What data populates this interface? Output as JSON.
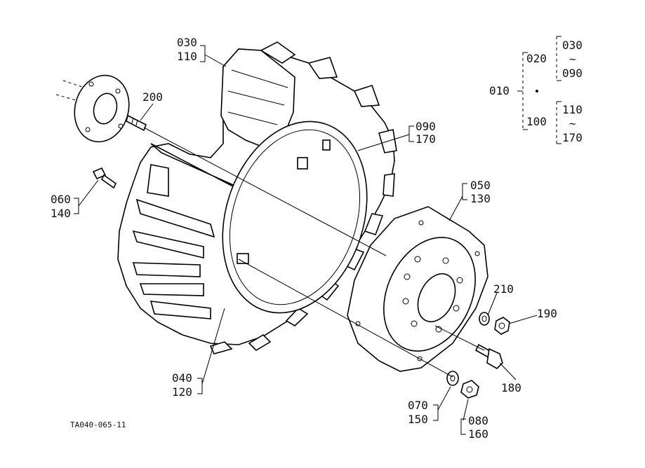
{
  "callouts": {
    "c030_110": [
      "030",
      "110"
    ],
    "c200": "200",
    "c060_140": [
      "060",
      "140"
    ],
    "c090_170": [
      "090",
      "170"
    ],
    "c050_130": [
      "050",
      "130"
    ],
    "c210": "210",
    "c190": "190",
    "c180": "180",
    "c040_120": [
      "040",
      "120"
    ],
    "c070_150": [
      "070",
      "150"
    ],
    "c080_160": [
      "080",
      "160"
    ]
  },
  "tree": {
    "root": "010",
    "branch_a": "020",
    "branch_a_range": [
      "030",
      "~",
      "090"
    ],
    "branch_b": "100",
    "branch_b_range": [
      "110",
      "~",
      "170"
    ]
  },
  "figure_code": "TA040-065-11"
}
